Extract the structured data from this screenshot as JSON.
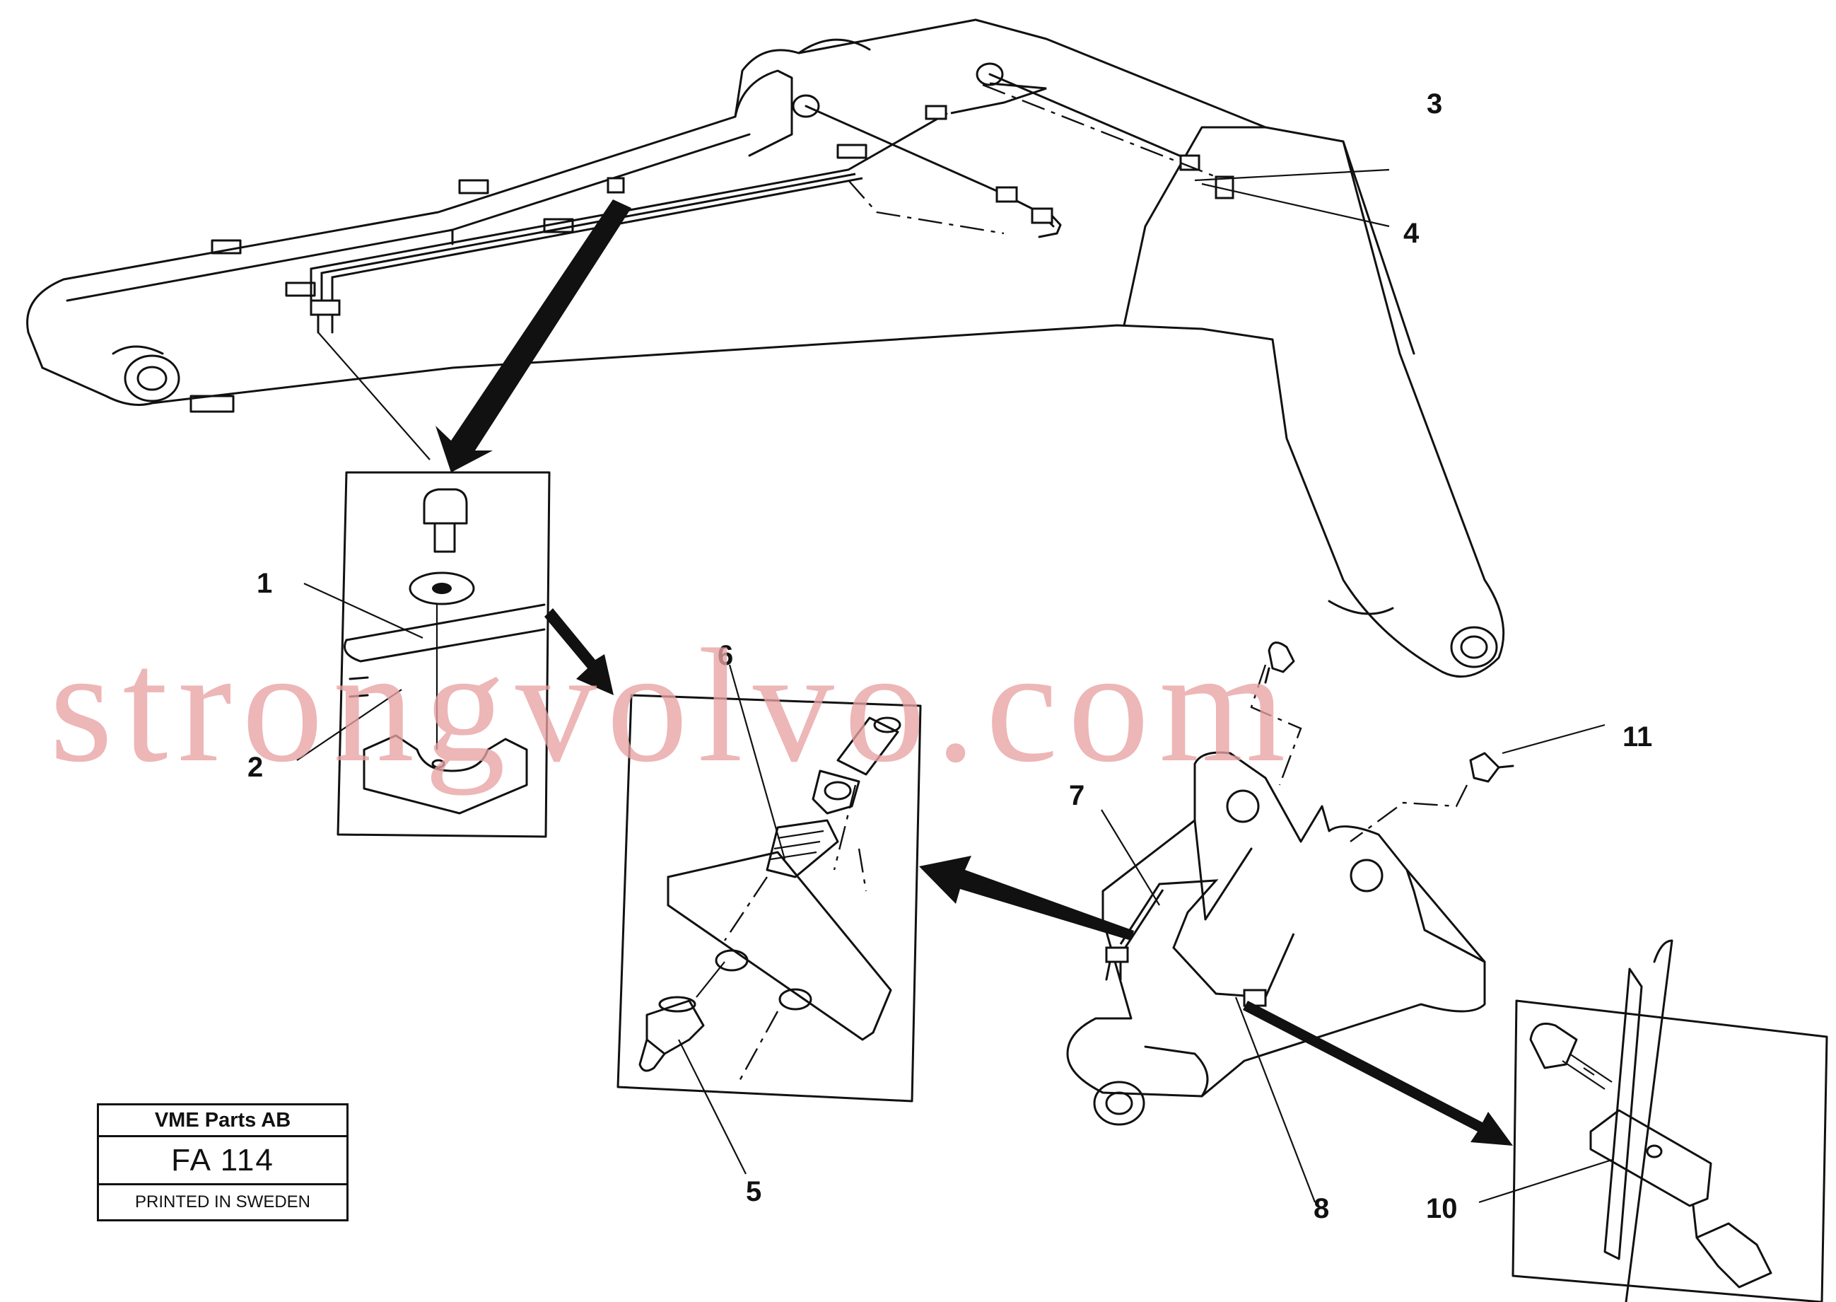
{
  "callouts": [
    "1",
    "2",
    "3",
    "4",
    "5",
    "6",
    "7",
    "8",
    "10",
    "11"
  ],
  "stamp": {
    "company": "VME Parts AB",
    "figure": "FA 114",
    "printed": "PRINTED IN SWEDEN"
  },
  "watermark": "strongvolvo.com"
}
